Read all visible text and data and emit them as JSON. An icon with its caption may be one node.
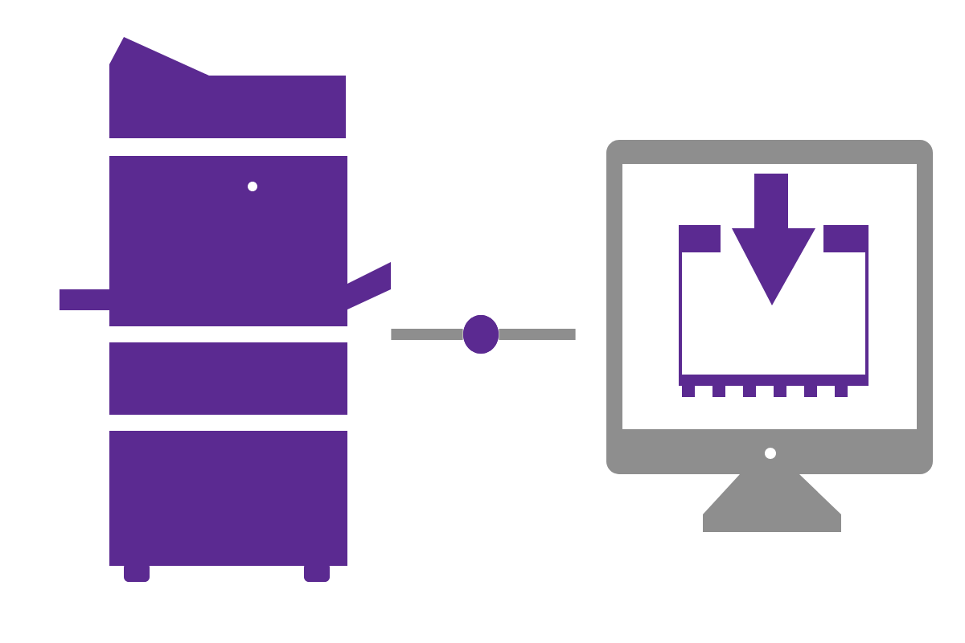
{
  "diagram": {
    "nodes": [
      {
        "text": [],
        "shape": "picture"
      },
      {
        "text": [],
        "shape": "circle"
      },
      {
        "text": [],
        "shape": "picture"
      }
    ],
    "edges": [
      {
        "from": 0,
        "to": 1,
        "arrow": "none"
      },
      {
        "from": 1,
        "to": 2,
        "arrow": "none"
      }
    ]
  }
}
